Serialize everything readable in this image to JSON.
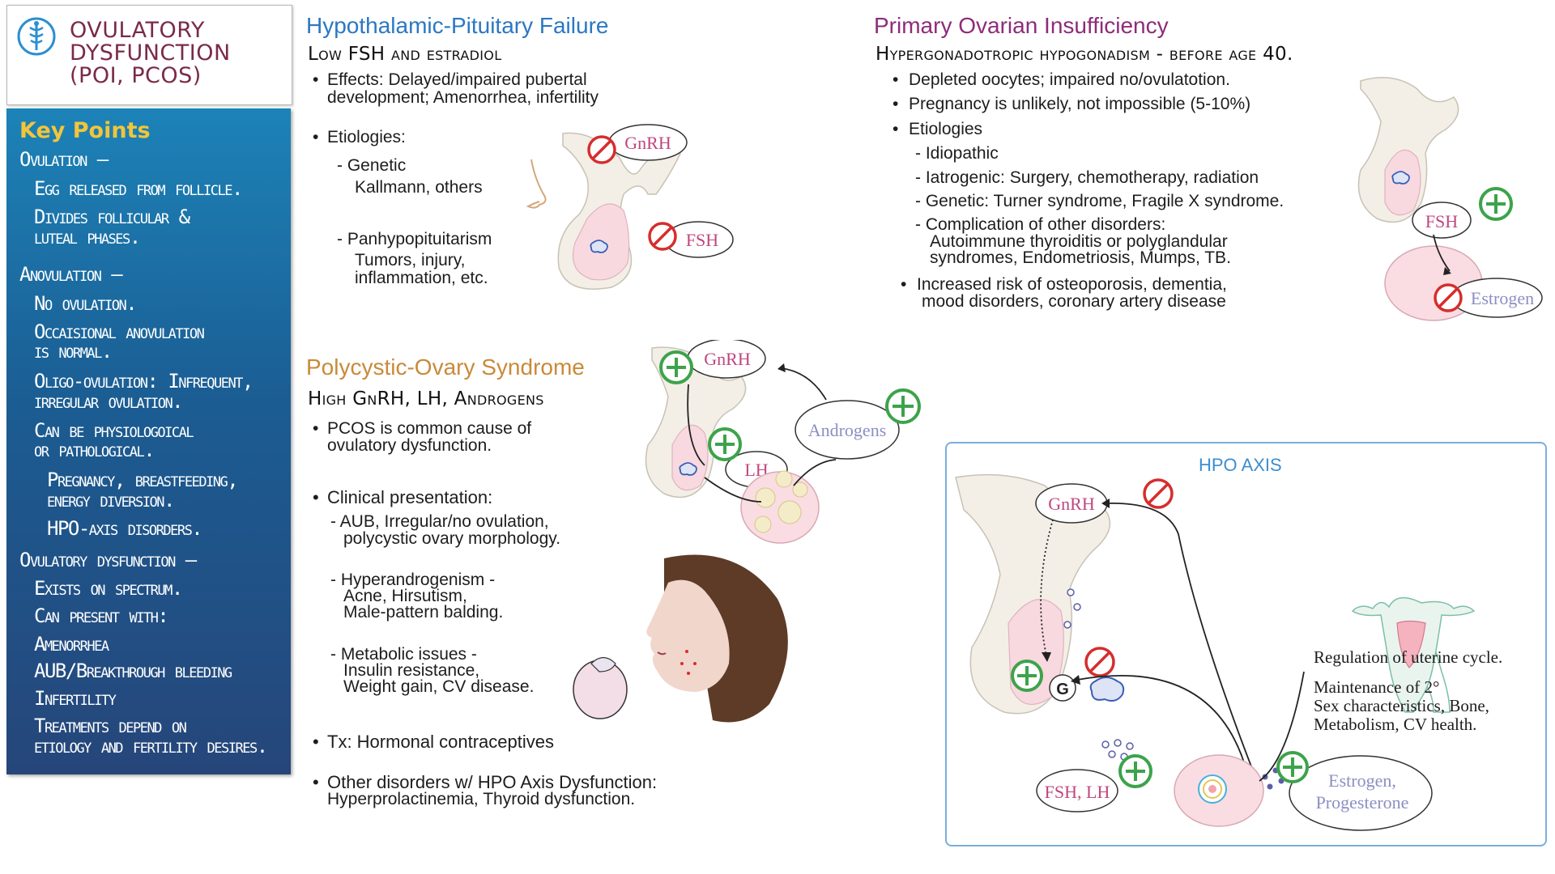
{
  "title": {
    "lines": [
      "Ovulatory",
      "Dysfunction",
      "(POI, PCOS)"
    ]
  },
  "key_points": {
    "heading": "Key Points",
    "items": [
      {
        "text": "Ovulation —",
        "indent": 0
      },
      {
        "text": "Egg released from follicle.",
        "indent": 1
      },
      {
        "text": "Divides follicular &",
        "indent": 1
      },
      {
        "text": "luteal phases.",
        "indent": 1
      },
      {
        "text": "Anovulation —",
        "indent": 0
      },
      {
        "text": "No ovulation.",
        "indent": 1
      },
      {
        "text": "Occaisional anovulation",
        "indent": 1
      },
      {
        "text": "is normal.",
        "indent": 1
      },
      {
        "text": "Oligo-ovulation: Infrequent,",
        "indent": 1
      },
      {
        "text": "irregular ovulation.",
        "indent": 1
      },
      {
        "text": "Can be physiologoical",
        "indent": 1
      },
      {
        "text": "or pathological.",
        "indent": 1
      },
      {
        "text": "Pregnancy, breastfeeding,",
        "indent": 2
      },
      {
        "text": "energy diversion.",
        "indent": 2
      },
      {
        "text": "HPO-axis disorders.",
        "indent": 2
      },
      {
        "text": "Ovulatory dysfunction —",
        "indent": 0
      },
      {
        "text": "Exists on spectrum.",
        "indent": 1
      },
      {
        "text": "Can present with:",
        "indent": 1
      },
      {
        "text": "Amenorrhea",
        "indent": 1
      },
      {
        "text": "AUB/Breakthrough bleeding",
        "indent": 1
      },
      {
        "text": "Infertility",
        "indent": 1
      },
      {
        "text": "Treatments depend on",
        "indent": 1
      },
      {
        "text": "etiology and fertility desires.",
        "indent": 1
      }
    ]
  },
  "hpf": {
    "title": "Hypothalamic-Pituitary Failure",
    "subtitle": "Low FSH and estradiol",
    "effects_1": "Effects: Delayed/impaired pubertal",
    "effects_2": "development; Amenorrhea, infertility",
    "etiologies": "Etiologies:",
    "genetic": "- Genetic",
    "genetic_sub": "Kallmann, others",
    "panhypo": "- Panhypopituitarism",
    "panhypo_sub1": "Tumors, injury,",
    "panhypo_sub2": "inflammation, etc.",
    "label_gnrh": "GnRH",
    "label_fsh": "FSH"
  },
  "poi": {
    "title": "Primary Ovarian Insufficiency",
    "subtitle": "Hypergonadotropic hypogonadism - before age 40.",
    "b1": "Depleted oocytes; impaired no/ovulatotion.",
    "b2": "Pregnancy is unlikely, not impossible (5-10%)",
    "b3": "Etiologies",
    "e1": "- Idiopathic",
    "e2": "- Iatrogenic: Surgery, chemotherapy, radiation",
    "e3": "- Genetic: Turner syndrome, Fragile X syndrome.",
    "e4a": "- Complication of other disorders:",
    "e4b": "Autoimmune thyroiditis or polyglandular",
    "e4c": "syndromes, Endometriosis, Mumps, TB.",
    "b4a": "Increased risk of osteoporosis, dementia,",
    "b4b": "mood disorders, coronary artery disease",
    "label_fsh": "FSH",
    "label_estrogen": "Estrogen"
  },
  "pcos": {
    "title": "Polycystic-Ovary Syndrome",
    "subtitle": "High GnRH, LH, Androgens",
    "b1a": "PCOS is common cause of",
    "b1b": "ovulatory dysfunction.",
    "clinical": "Clinical presentation:",
    "c1a": "- AUB, Irregular/no ovulation,",
    "c1b": "polycystic ovary morphology.",
    "c2a": "- Hyperandrogenism -",
    "c2b": "Acne, Hirsutism,",
    "c2c": "Male-pattern balding.",
    "c3a": "- Metabolic issues -",
    "c3b": "Insulin resistance,",
    "c3c": "Weight gain, CV disease.",
    "tx": "Tx: Hormonal contraceptives",
    "other_a": "Other disorders w/ HPO Axis Dysfunction:",
    "other_b": "Hyperprolactinemia, Thyroid dysfunction.",
    "label_gnrh": "GnRH",
    "label_lh": "LH",
    "label_androgens": "Androgens"
  },
  "hpo": {
    "title": "HPO AXIS",
    "label_gnrh": "GnRH",
    "label_g": "G",
    "label_fsh_lh": "FSH, LH",
    "label_estrogen": "Estrogen,",
    "label_progesterone": "Progesterone",
    "reg": "Regulation of uterine cycle.",
    "maint1": "Maintenance of 2°",
    "maint2": "Sex characteristics, Bone,",
    "maint3": "Metabolism, CV health."
  },
  "colors": {
    "hpf_title": "#2b78c2",
    "poi_title": "#8e2c7a",
    "pcos_title": "#c98a3a",
    "hpo_title": "#3d8ed0",
    "plus": "#3ca34a",
    "no": "#d62d2d",
    "hormone_label": "#c0467f"
  }
}
